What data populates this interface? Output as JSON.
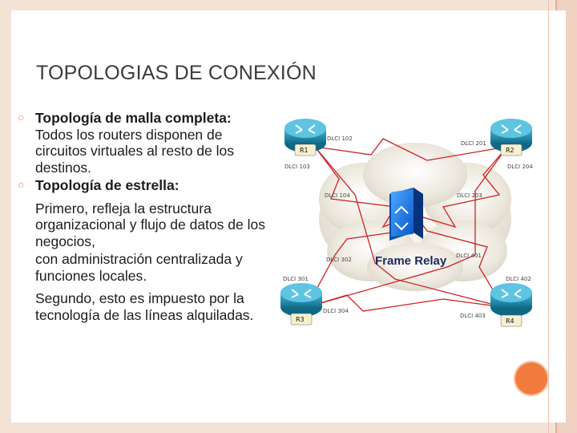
{
  "title": "TOPOLOGIAS DE CONEXIÓN",
  "items": [
    {
      "title": "Topología de malla completa:",
      "description": "Todos los routers disponen de circuitos virtuales al resto de los destinos."
    },
    {
      "title": "Topología de estrella:",
      "paragraphs": [
        "Primero, refleja la estructura organizacional y flujo de datos de los negocios,",
        "con administración centralizada y funciones locales.",
        "Segundo, esto es impuesto por la tecnología de las líneas alquiladas."
      ]
    }
  ],
  "diagram": {
    "cloud_label": "Frame Relay",
    "routers": [
      "R1",
      "R2",
      "R3",
      "R4"
    ],
    "dlci": [
      "DLCI 102",
      "DLCI 103",
      "DLCI 104",
      "DLCI 201",
      "DLCI 204",
      "DLCI 203",
      "DLCI 302",
      "DLCI 301",
      "DLCI 304",
      "DLCI 401",
      "DLCI 402",
      "DLCI 403"
    ]
  },
  "colors": {
    "accent": "#f07b3d",
    "border": "#f3e3d7",
    "router": "#1e8fb0",
    "link": "#cc2222"
  }
}
